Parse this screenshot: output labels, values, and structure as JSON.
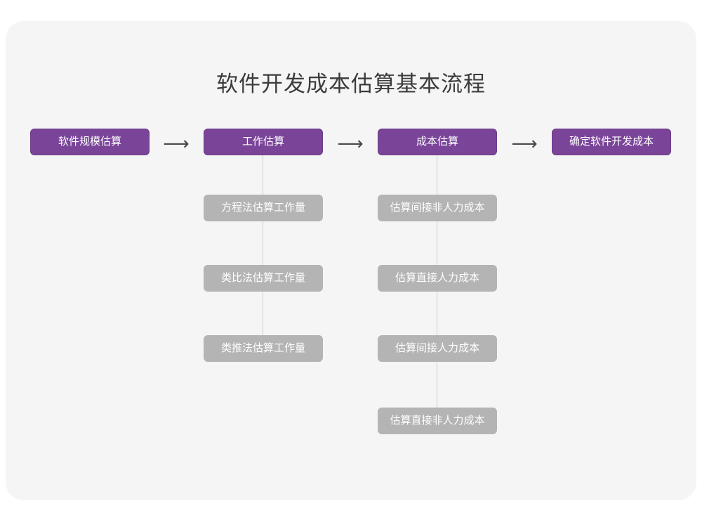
{
  "page": {
    "background_color": "#ffffff",
    "card_color": "#f5f5f5"
  },
  "diagram": {
    "title": "软件开发成本估算基本流程",
    "type": "flowchart",
    "accent_color": "#7a4499",
    "sub_node_color": "#b4b4b4",
    "connector_color": "#cfcfcf",
    "arrow_glyph": "⟶",
    "arrow_label": "arrow-right",
    "main_flow": [
      {
        "label": "软件规模估算",
        "children": []
      },
      {
        "label": "工作估算",
        "children": [
          "方程法估算工作量",
          "类比法估算工作量",
          "类推法估算工作量"
        ]
      },
      {
        "label": "成本估算",
        "children": [
          "估算间接非人力成本",
          "估算直接人力成本",
          "估算间接人力成本",
          "估算直接非人力成本"
        ]
      },
      {
        "label": "确定软件开发成本",
        "children": []
      }
    ]
  }
}
